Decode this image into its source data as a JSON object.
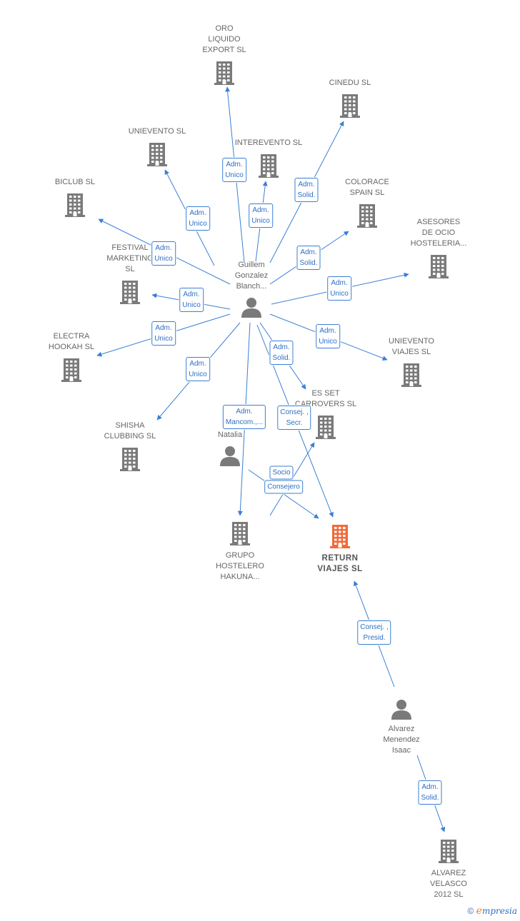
{
  "colors": {
    "edge": "#3a7fd5",
    "building": "#7a7a7a",
    "highlight": "#f26a3a",
    "person": "#7a7a7a",
    "label_text": "#666666"
  },
  "companies": [
    {
      "id": "oro",
      "label": "ORO\nLIQUIDO\nEXPORT  SL"
    },
    {
      "id": "cinedu",
      "label": "CINEDU  SL"
    },
    {
      "id": "unievento",
      "label": "UNIEVENTO SL"
    },
    {
      "id": "interevento",
      "label": "INTEREVENTO SL"
    },
    {
      "id": "biclub",
      "label": "BICLUB  SL"
    },
    {
      "id": "colorace",
      "label": "COLORACE\nSPAIN  SL"
    },
    {
      "id": "asesores",
      "label": "ASESORES\nDE OCIO\nHOSTELERIA..."
    },
    {
      "id": "festival",
      "label": "FESTIVAL\nMARKETING\nSL"
    },
    {
      "id": "electra",
      "label": "ELECTRA\nHOOKAH  SL"
    },
    {
      "id": "unievento_viajes",
      "label": "UNIEVENTO\nVIAJES  SL"
    },
    {
      "id": "esset",
      "label": "ES SET\nCARROVERS SL"
    },
    {
      "id": "shisha",
      "label": "SHISHA\nCLUBBING  SL"
    },
    {
      "id": "grupo",
      "label": "GRUPO\nHOSTELERO\nHAKUNA..."
    },
    {
      "id": "return",
      "label": "RETURN\nVIAJES  SL"
    },
    {
      "id": "alvarez_velasco",
      "label": "ALVAREZ\nVELASCO\n2012 SL"
    }
  ],
  "persons": [
    {
      "id": "guillem",
      "label": "Guillem\nGonzalez\nBlanch..."
    },
    {
      "id": "natalia",
      "label": "M\nVi\nNatalia"
    },
    {
      "id": "isaac",
      "label": "Alvarez\nMenendez\nIsaac"
    }
  ],
  "relations": [
    {
      "id": "r_oro",
      "label": "Adm.\nUnico"
    },
    {
      "id": "r_cinedu",
      "label": "Adm.\nSolid."
    },
    {
      "id": "r_unievento",
      "label": "Adm.\nUnico"
    },
    {
      "id": "r_interevento",
      "label": "Adm.\nUnico"
    },
    {
      "id": "r_biclub",
      "label": "Adm.\nUnico"
    },
    {
      "id": "r_colorace",
      "label": "Adm.\nSolid."
    },
    {
      "id": "r_asesores",
      "label": "Adm.\nUnico"
    },
    {
      "id": "r_festival",
      "label": "Adm.\nUnico"
    },
    {
      "id": "r_electra",
      "label": "Adm.\nUnico"
    },
    {
      "id": "r_unievento_viajes",
      "label": "Adm.\nUnico"
    },
    {
      "id": "r_esset",
      "label": "Adm.\nSolid."
    },
    {
      "id": "r_shisha",
      "label": "Adm.\nUnico"
    },
    {
      "id": "r_grupo",
      "label": "Adm.\nMancom.,..."
    },
    {
      "id": "r_return_g",
      "label": "Consej. ,\nSecr."
    },
    {
      "id": "r_socio",
      "label": "Socio"
    },
    {
      "id": "r_consejero",
      "label": "Consejero"
    },
    {
      "id": "r_return_i",
      "label": "Consej. ,\nPresid."
    },
    {
      "id": "r_velasco",
      "label": "Adm.\nSolid."
    }
  ],
  "footer": {
    "copyright": "©",
    "brand_initial": "e",
    "brand_rest": "mpresia"
  }
}
